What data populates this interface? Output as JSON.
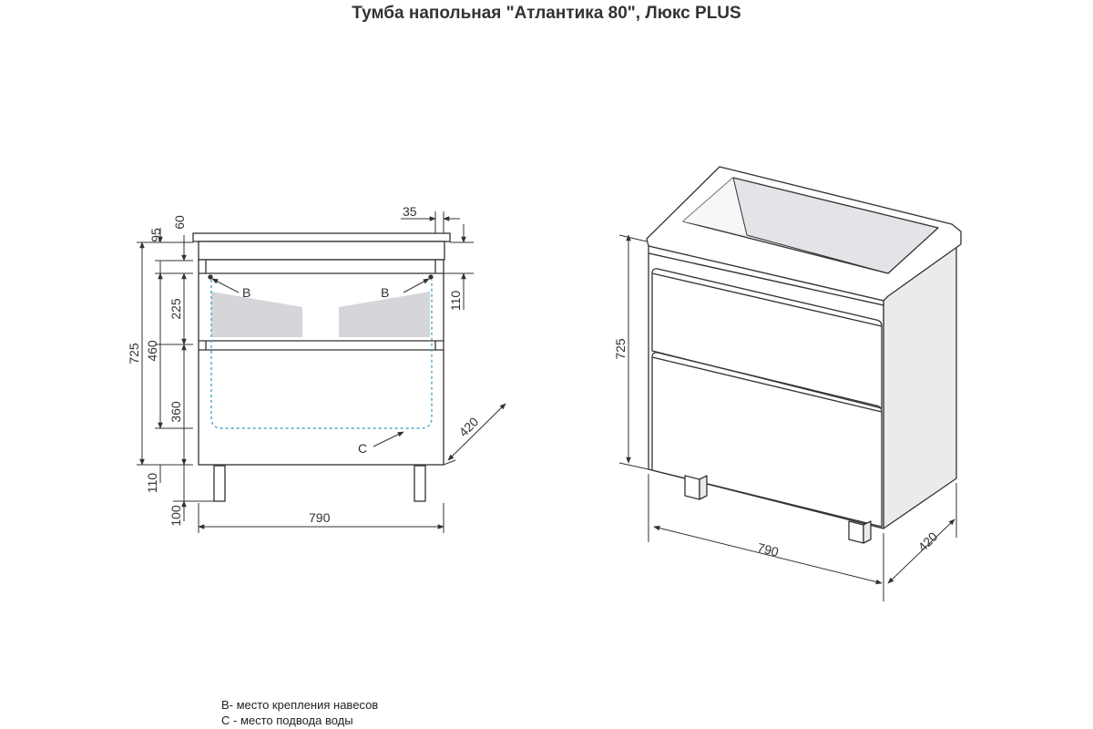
{
  "title": "Тумба напольная \"Атлантика 80\", Люкс PLUS",
  "front_view": {
    "dims": {
      "d95": "95",
      "d60": "60",
      "d35": "35",
      "d725": "725",
      "d460": "460",
      "d225": "225",
      "d360": "360",
      "d110_left": "110",
      "d100": "100",
      "d110_right": "110",
      "d790": "790",
      "d420": "420"
    },
    "markers": {
      "b_left": "B",
      "b_right": "B",
      "c": "C"
    }
  },
  "iso_view": {
    "dims": {
      "d725": "725",
      "d790": "790",
      "d420": "420"
    }
  },
  "legend": {
    "line1": "В- место крепления навесов",
    "line2": "С - место подвода воды"
  },
  "colors": {
    "line": "#333333",
    "fill_gray": "#d6d6da",
    "hidden_blue": "#4aa7c9",
    "face_light": "#ebebeb"
  }
}
